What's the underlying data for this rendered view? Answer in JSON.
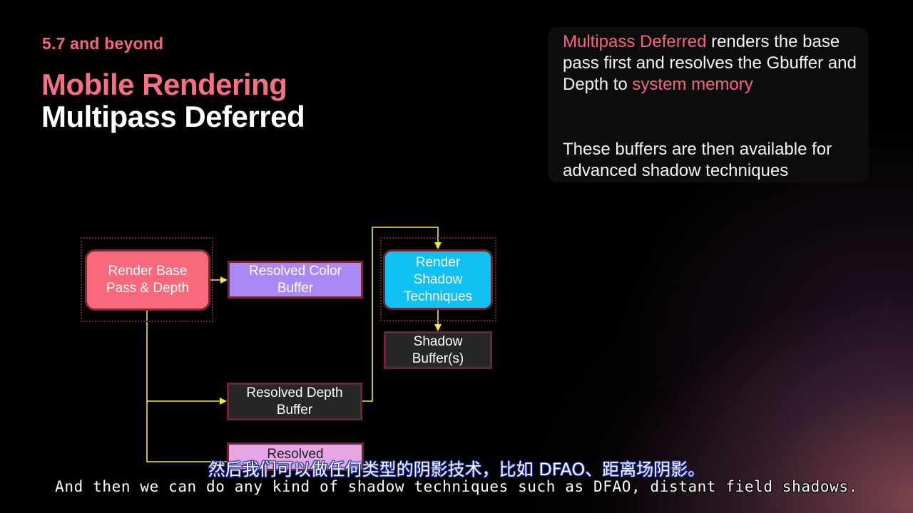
{
  "slide": {
    "eyebrow": "5.7 and beyond",
    "title_line1": "Mobile Rendering",
    "title_line2": "Multipass Deferred",
    "accent_color": "#f4677b"
  },
  "info": {
    "p1_highlight_start": "Multipass Deferred",
    "p1_text_mid": " renders the base pass first and resolves the Gbuffer and Depth to ",
    "p1_highlight_end": "system memory",
    "p2_text": "These buffers are then available for advanced shadow techniques"
  },
  "diagram": {
    "nodes": {
      "render_base_line1": "Render Base",
      "render_base_line2": "Pass & Depth",
      "resolved_color_line1": "Resolved Color",
      "resolved_color_line2": "Buffer",
      "render_shadow_line1": "Render",
      "render_shadow_line2": "Shadow",
      "render_shadow_line3": "Techniques",
      "shadow_buffer_line1": "Shadow",
      "shadow_buffer_line2": "Buffer(s)",
      "resolved_depth_line1": "Resolved Depth",
      "resolved_depth_line2": "Buffer",
      "partial_node_text": "Resolved"
    },
    "colors": {
      "render_base": "#f8697c",
      "resolved_color": "#a98af5",
      "render_shadow": "#10c1f2",
      "buffer_dark": "#272727",
      "arrow": "#f2ea3a"
    }
  },
  "subtitles": {
    "chinese": "然后我们可以做任何类型的阴影技术，比如 DFAO、距离场阴影。",
    "english": "And then we can do any kind of shadow techniques such as DFAO, distant field shadows."
  }
}
